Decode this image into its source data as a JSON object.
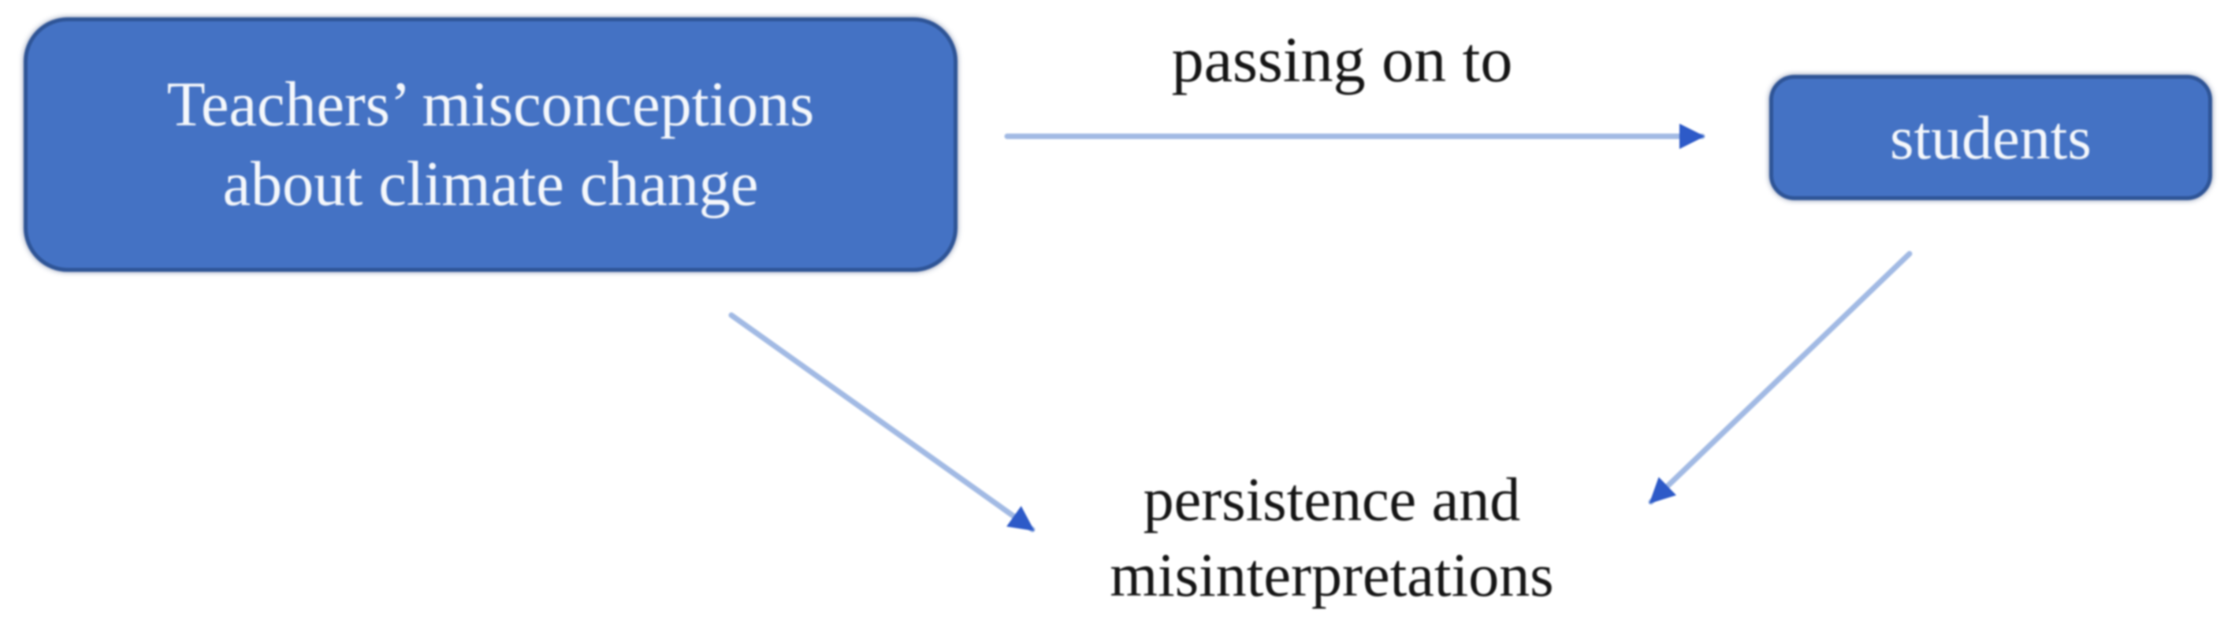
{
  "diagram": {
    "nodes": [
      {
        "id": "teachers-misconceptions",
        "label": "Teachers’ misconceptions about climate change",
        "line1": "Teachers’ misconceptions",
        "line2": "about climate change",
        "shape": "rounded-rectangle"
      },
      {
        "id": "students",
        "label": "students",
        "shape": "rounded-rectangle"
      },
      {
        "id": "outcome",
        "label": "persistence and misinterpretations",
        "line1": "persistence and",
        "line2": "misinterpretations",
        "shape": "plain-text"
      }
    ],
    "edges": [
      {
        "from": "teachers-misconceptions",
        "to": "students",
        "label": "passing on to"
      },
      {
        "from": "teachers-misconceptions",
        "to": "outcome",
        "label": ""
      },
      {
        "from": "students",
        "to": "outcome",
        "label": ""
      }
    ],
    "colors": {
      "background": "#FFFFFF",
      "node_fill": "#4472C4",
      "node_border": "#2F5597",
      "node_text": "#F4F7FB",
      "arrow_line": "#A2BAE4",
      "arrow_head": "#2D5AC8",
      "label_text": "#161616"
    }
  }
}
